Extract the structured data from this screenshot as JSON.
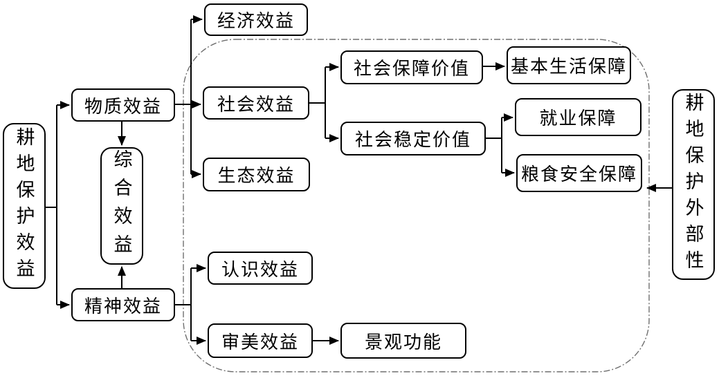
{
  "colors": {
    "background": "#ffffff",
    "box_border": "#000000",
    "connector": "#000000",
    "dashed_outline": "#6e6e6e"
  },
  "nodes": {
    "left_root": "耕地保护效益",
    "material": "物质效益",
    "composite": "综合效益",
    "spiritual": "精神效益",
    "economic": "经济效益",
    "social": "社会效益",
    "ecological": "生态效益",
    "cognitive": "认识效益",
    "aesthetic": "审美效益",
    "landscape": "景观功能",
    "social_security_value": "社会保障价值",
    "basic_living_security": "基本生活保障",
    "social_stability_value": "社会稳定价值",
    "employment_security": "就业保障",
    "food_security": "粮食安全保障",
    "right_root": "耕地保护外部性"
  }
}
